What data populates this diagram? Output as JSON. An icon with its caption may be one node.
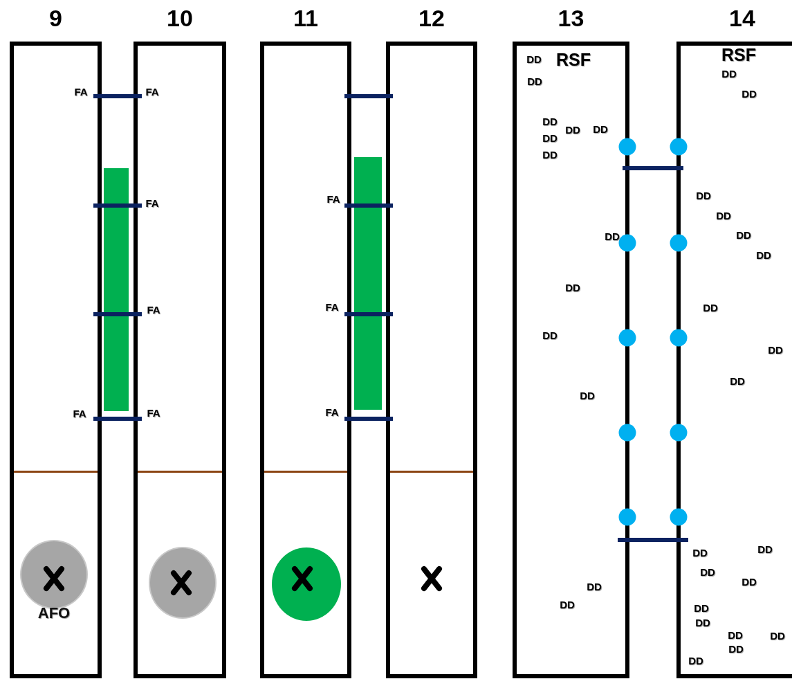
{
  "diagram": {
    "nodes": [
      {
        "text": [
          "9"
        ]
      },
      {
        "text": [
          "AFO"
        ],
        "in": 0
      },
      {
        "text": [],
        "shape": "bar"
      },
      {
        "text": [
          "10"
        ]
      },
      {
        "text": [],
        "shape": "circle",
        "in": 3
      },
      {
        "text": [
          "11"
        ]
      },
      {
        "text": [],
        "shape": "circle",
        "in": 5
      },
      {
        "text": [],
        "shape": "bar"
      },
      {
        "text": [
          "12"
        ]
      },
      {
        "text": [
          "13"
        ]
      },
      {
        "text": [
          "14"
        ]
      }
    ],
    "edges": [
      {
        "from": 0,
        "to": 3,
        "arrow": "none"
      },
      {
        "from": 0,
        "to": 2,
        "arrow": "none"
      },
      {
        "from": 2,
        "to": 3,
        "arrow": "none"
      },
      {
        "from": 0,
        "to": 2,
        "arrow": "none"
      },
      {
        "from": 2,
        "to": 3,
        "arrow": "none"
      },
      {
        "from": 0,
        "to": 3,
        "arrow": "none"
      },
      {
        "from": 5,
        "to": 8,
        "arrow": "none"
      },
      {
        "from": 5,
        "to": 7,
        "arrow": "none"
      },
      {
        "from": 7,
        "to": 8,
        "arrow": "none"
      },
      {
        "from": 5,
        "to": 7,
        "arrow": "none"
      },
      {
        "from": 7,
        "to": 8,
        "arrow": "none"
      },
      {
        "from": 5,
        "to": 8,
        "arrow": "none"
      },
      {
        "from": 9,
        "to": 10,
        "arrow": "none"
      },
      {
        "from": 9,
        "to": 10,
        "arrow": "none"
      }
    ],
    "labels": [
      "FA",
      "FA",
      "FA",
      "FA",
      "FA",
      "FA",
      "FA",
      "FA",
      "FA",
      "DD",
      "RSF",
      "DD",
      "DD",
      "DD",
      "DD",
      "DD",
      "DD",
      "DD",
      "DD",
      "DD",
      "DD",
      "DD",
      "DD",
      "RSF",
      "DD",
      "DD",
      "DD",
      "DD",
      "DD",
      "DD",
      "DD",
      "DD",
      "DD",
      "DD",
      "DD",
      "DD",
      "DD",
      "DD",
      "DD",
      "DD",
      "DD",
      "DD",
      "DD"
    ]
  }
}
